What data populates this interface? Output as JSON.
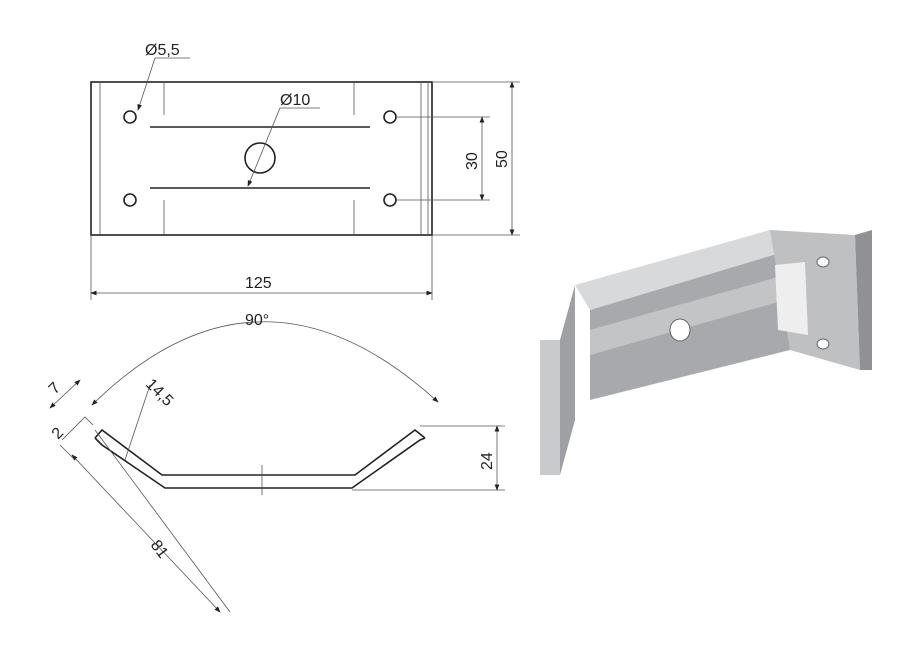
{
  "labels": {
    "hole_small": "Ø5,5",
    "hole_center": "Ø10",
    "hole_spacing": "30",
    "height": "50",
    "length": "125",
    "angle": "90°",
    "flange": "7",
    "offset": "14,5",
    "thickness": "2",
    "side": "81",
    "depth": "24"
  }
}
